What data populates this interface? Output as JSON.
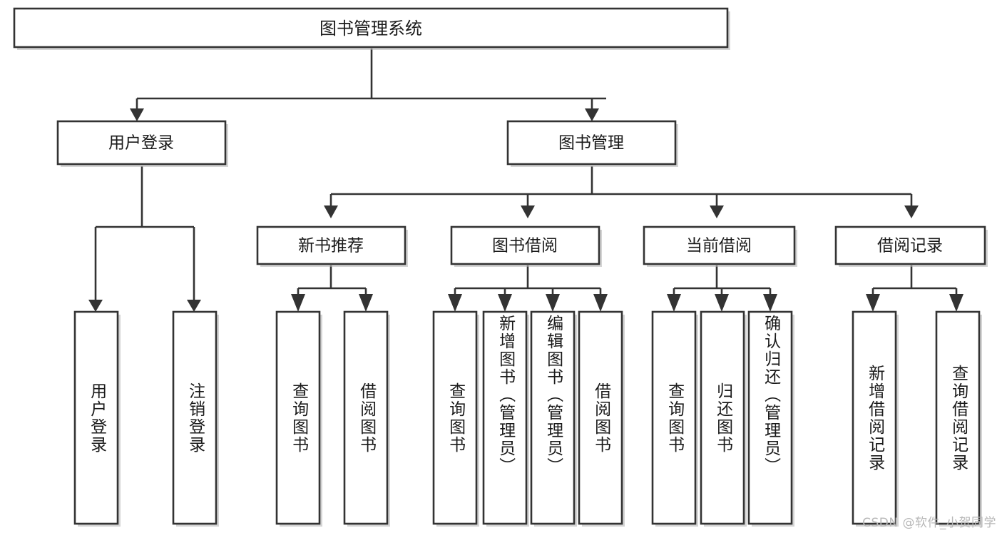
{
  "diagram": {
    "type": "tree-hierarchy",
    "title": "图书管理系统",
    "watermark": "CSDN @软件_小贺同学",
    "colors": {
      "box_fill": "#ffffff",
      "box_stroke": "#333333",
      "text": "#1a1a1a",
      "watermark": "#b8b8b8",
      "background": "#ffffff"
    },
    "root": {
      "label": "图书管理系统"
    },
    "level2": [
      {
        "label": "用户登录"
      },
      {
        "label": "图书管理"
      }
    ],
    "level3": [
      {
        "label": "新书推荐"
      },
      {
        "label": "图书借阅"
      },
      {
        "label": "当前借阅"
      },
      {
        "label": "借阅记录"
      }
    ],
    "leaves": {
      "user_login": [
        {
          "label": "用户登录"
        },
        {
          "label": "注销登录"
        }
      ],
      "new_book_recommend": [
        {
          "label": "查询图书"
        },
        {
          "label": "借阅图书"
        }
      ],
      "book_borrow": [
        {
          "label": "查询图书"
        },
        {
          "label": "新增图书（管理员）"
        },
        {
          "label": "编辑图书（管理员）"
        },
        {
          "label": "借阅图书"
        }
      ],
      "current_borrow": [
        {
          "label": "查询图书"
        },
        {
          "label": "归还图书"
        },
        {
          "label": "确认归还（管理员）"
        }
      ],
      "borrow_record": [
        {
          "label": "新增借阅记录"
        },
        {
          "label": "查询借阅记录"
        }
      ]
    }
  }
}
